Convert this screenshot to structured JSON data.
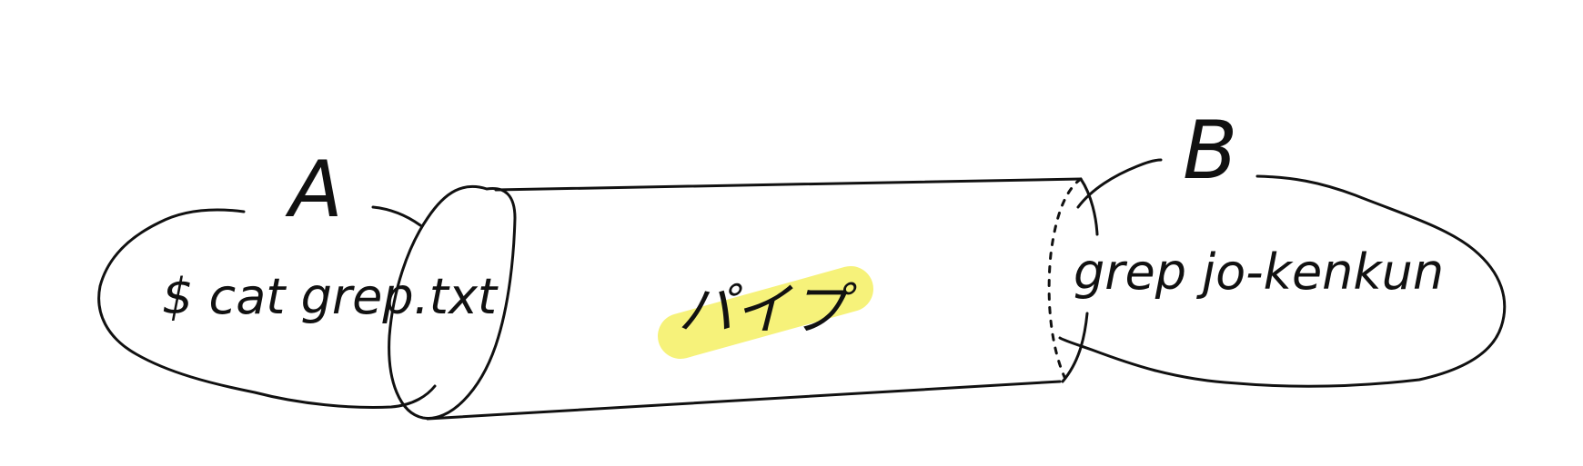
{
  "diagram": {
    "left_node": {
      "label": "A",
      "command": "$ cat grep.txt"
    },
    "right_node": {
      "label": "B",
      "command": "grep jo-kenkun"
    },
    "pipe": {
      "label": "パイプ",
      "highlight_color": "#f6f27a"
    },
    "ink_color": "#111111"
  }
}
